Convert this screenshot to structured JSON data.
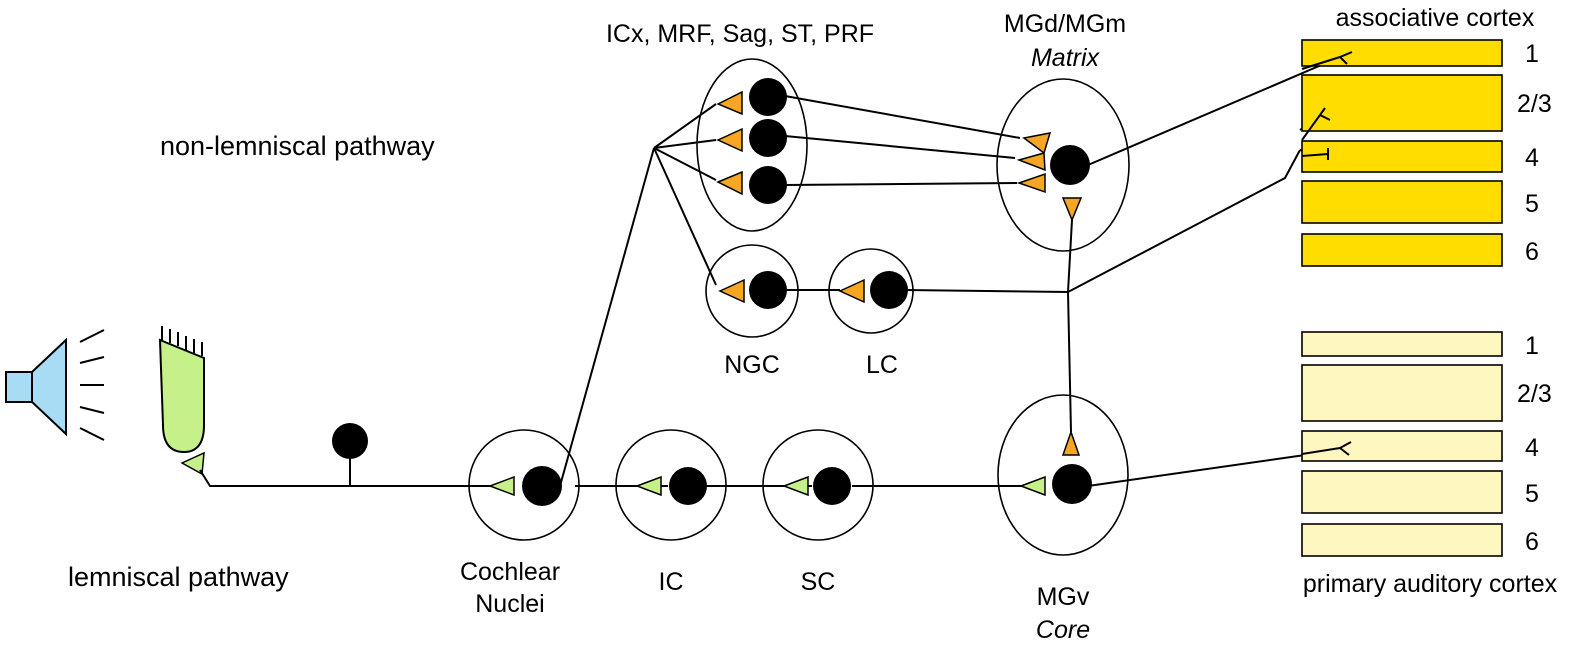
{
  "pathways": {
    "non_lemniscal": "non-lemniscal pathway",
    "lemniscal": "lemniscal pathway"
  },
  "nuclei": {
    "reticular_group": "ICx, MRF, Sag, ST, PRF",
    "mgd_mgm": "MGd/MGm",
    "matrix": "Matrix",
    "ngc": "NGC",
    "lc": "LC",
    "cochlear": "Cochlear",
    "cochlear_2": "Nuclei",
    "ic": "IC",
    "sc": "SC",
    "mgv": "MGv",
    "core": "Core"
  },
  "cortex": {
    "associative": {
      "title": "associative cortex",
      "layers": [
        "1",
        "2/3",
        "4",
        "5",
        "6"
      ]
    },
    "primary": {
      "title": "primary auditory cortex",
      "layers": [
        "1",
        "2/3",
        "4",
        "5",
        "6"
      ]
    }
  },
  "colors": {
    "associative_layer": "#FFDD00",
    "primary_layer": "#FFF6C0",
    "orange_synapse": "#F5A623",
    "green_synapse": "#C5F08A",
    "speaker": "#A8DCF5",
    "hair_cell": "#C5F08A"
  },
  "icons": {
    "speaker": "speaker-icon",
    "hair_cell": "hair-cell-icon"
  }
}
